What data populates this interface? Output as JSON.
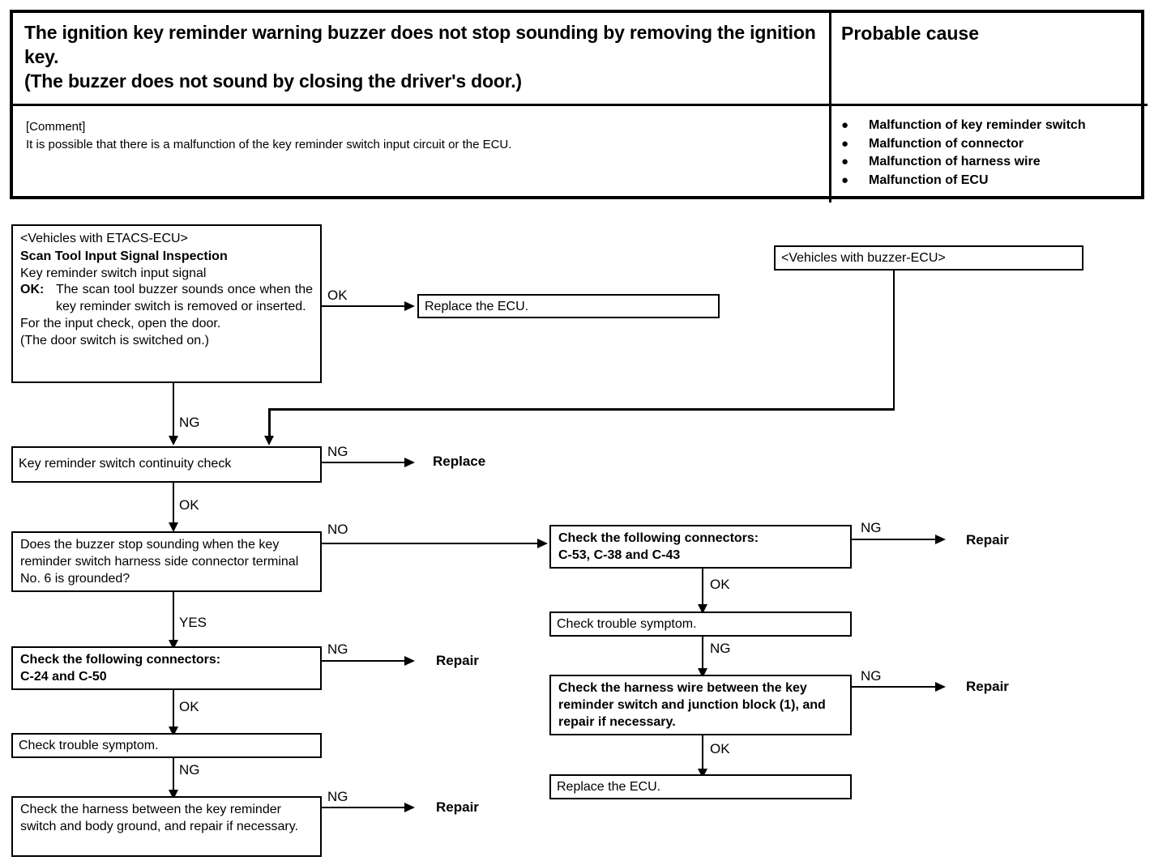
{
  "symptom_table": {
    "title": "The ignition key reminder warning buzzer does not stop sounding by removing the ignition key.\n(The buzzer does not sound by closing the driver's door.)",
    "cause_header": "Probable cause",
    "comment_label": "[Comment]",
    "comment_text": "It is possible that there is a malfunction of the key reminder switch input circuit or the ECU.",
    "causes": [
      "Malfunction of key reminder switch",
      "Malfunction of  connector",
      "Malfunction of  harness wire",
      "Malfunction of  ECU"
    ],
    "bullet_glyph": "●"
  },
  "flow": {
    "etacs_note": "<Vehicles with ETACS-ECU>",
    "scan_title": "Scan Tool Input Signal Inspection",
    "scan_line2": "Key reminder switch input signal",
    "scan_ok_label": "OK:",
    "scan_ok_text": "The scan tool buzzer sounds once when the key reminder switch is removed or inserted.",
    "scan_line4": "For the input check, open the door.",
    "scan_line5": "(The door switch is switched on.)",
    "buzzer_note": "<Vehicles with buzzer-ECU>",
    "replace_ecu_top": "Replace the ECU.",
    "continuity_check": "Key reminder switch continuity check",
    "replace_label": "Replace",
    "ground_question": "Does the buzzer stop sounding when the key reminder switch harness side connector terminal No. 6 is grounded?",
    "connectors_left_title": "Check the following connectors:",
    "connectors_left_list": "C-24 and C-50",
    "trouble_symptom_left": "Check trouble symptom.",
    "harness_body_ground": "Check the harness between the key reminder switch and body ground, and repair if necessary.",
    "connectors_right_title": "Check  the  following  connectors:",
    "connectors_right_list": "C-53, C-38 and C-43",
    "trouble_symptom_right": "Check trouble symptom.",
    "harness_junction": "Check the harness wire between the key reminder switch and junction block (1), and repair if necessary.",
    "replace_ecu_bottom": "Replace the ECU.",
    "repair_label_1": "Repair",
    "repair_label_2": "Repair",
    "repair_label_3": "Repair",
    "repair_label_4": "Repair",
    "edge_ok_1": "OK",
    "edge_ng_1": "NG",
    "edge_ng_2": "NG",
    "edge_ok_2": "OK",
    "edge_no_1": "NO",
    "edge_yes_1": "YES",
    "edge_ng_3": "NG",
    "edge_ok_3": "OK",
    "edge_ng_4": "NG",
    "edge_ng_5": "NG",
    "edge_ng_6": "NG",
    "edge_ok_4": "OK",
    "edge_ng_7": "NG",
    "edge_ng_8": "NG",
    "edge_ok_5": "OK"
  }
}
